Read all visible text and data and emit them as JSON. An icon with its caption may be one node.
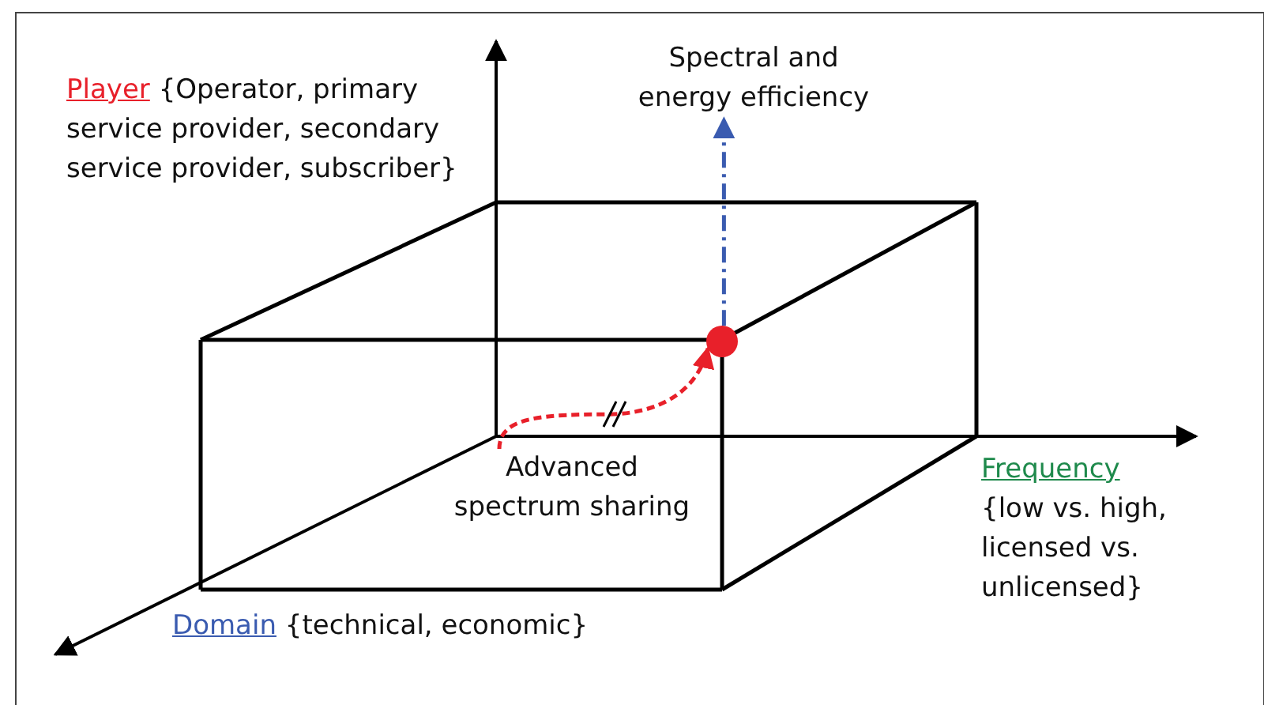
{
  "diagram": {
    "nodes": [
      {
        "text": [
          "Advanced spectrum sharing"
        ]
      },
      {
        "text": [],
        "shape": "circle"
      },
      {
        "text": [
          "Spectral and energy efficiency"
        ]
      }
    ],
    "edges": [
      {
        "from": 0,
        "to": 1,
        "arrow": "to",
        "style": "dashed",
        "color": "#e8202a"
      },
      {
        "from": 1,
        "to": 2,
        "arrow": "to",
        "style": "dashed",
        "color": "#3a5bb0"
      }
    ],
    "labels": [
      "Player",
      "{Operator, primary service provider, secondary service provider, subscriber}",
      "Frequency",
      "{low vs. high, licensed vs. unlicensed}",
      "Domain",
      "{technical, economic}"
    ]
  }
}
